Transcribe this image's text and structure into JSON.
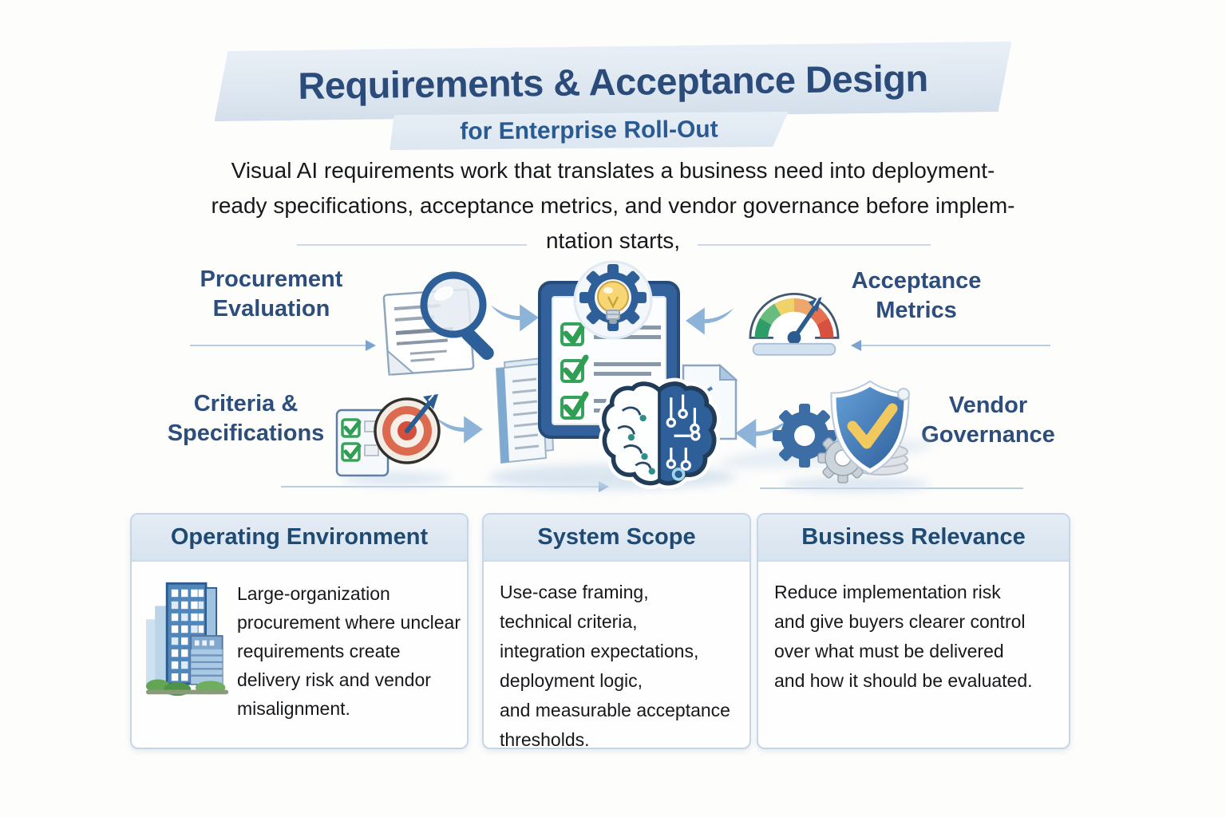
{
  "banner": {
    "title": "Requirements & Acceptance Design",
    "subtitle": "for Enterprise Roll-Out"
  },
  "intro": {
    "line1": "Visual AI requirements work that translates a business need into deployment-",
    "line2": "ready specifications, acceptance metrics, and vendor governance before implem-",
    "line3": "ntation starts,"
  },
  "diagram": {
    "labels": {
      "procurement": "Procurement\nEvaluation",
      "acceptance": "Acceptance\nMetrics",
      "criteria": "Criteria &\nSpecifications",
      "vendor": "Vendor\nGovernance"
    },
    "icons": [
      "document-magnifier-icon",
      "checklist-clipboard-icon",
      "gear-lightbulb-icon",
      "ai-brain-circuit-icon",
      "documents-stack-icon",
      "paper-icon",
      "gauge-icon",
      "target-dart-checklist-icon",
      "shield-check-gears-icon"
    ]
  },
  "cards": [
    {
      "title": "Operating Environment",
      "icon": "office-building-icon",
      "body": "Large-organization\nprocurement where unclear\nrequirements create\ndelivery risk and vendor\nmisalignment."
    },
    {
      "title": "System Scope",
      "body": "Use-case framing,\ntechnical criteria,\nintegration expectations,\ndeployment logic,\nand measurable acceptance\nthresholds."
    },
    {
      "title": "Business Relevance",
      "body": "Reduce implementation risk\nand give buyers clearer control\nover what must be delivered\nand how it should be evaluated."
    }
  ],
  "colors": {
    "title_navy": "#2b4c7a",
    "label_blue": "#2d4e7c",
    "banner_bg": "#dde7f1",
    "arrow_blue": "#8db3d8",
    "card_header_bg": "#dce8f2",
    "card_border": "#c6d6e5",
    "check_green": "#2f9e52",
    "bulb_yellow": "#f4d36d",
    "target_red": "#d4503d",
    "shield_blue": "#3f77b4",
    "shield_check_yellow": "#f2c95f"
  }
}
